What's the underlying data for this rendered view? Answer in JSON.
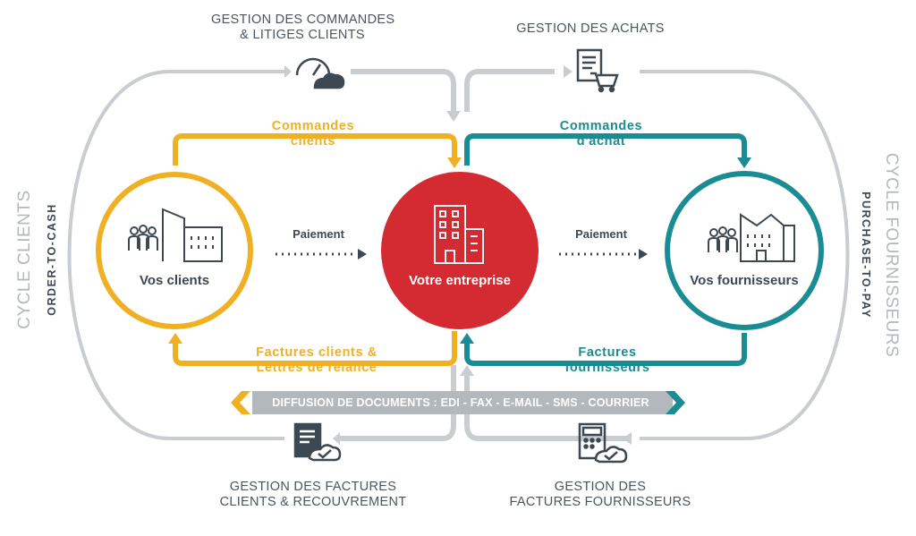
{
  "top_left_title": [
    "GESTION DES COMMANDES",
    "& LITIGES CLIENTS"
  ],
  "top_right_title": "GESTION DES ACHATS",
  "bottom_left_title": [
    "GESTION DES FACTURES",
    "CLIENTS & RECOUVREMENT"
  ],
  "bottom_right_title": [
    "GESTION DES",
    "FACTURES FOURNISSEURS"
  ],
  "flows": {
    "commandes_clients": [
      "Commandes",
      "clients"
    ],
    "commandes_achat": [
      "Commandes",
      "d'achat"
    ],
    "factures_clients": [
      "Factures clients &",
      "Lettres de relance"
    ],
    "factures_fournisseurs": [
      "Factures",
      "fournisseurs"
    ],
    "paiement_left": "Paiement",
    "paiement_right": "Paiement"
  },
  "nodes": {
    "clients": "Vos clients",
    "entreprise": "Votre entreprise",
    "fournisseurs": "Vos fournisseurs"
  },
  "cycles": {
    "left_big": "CYCLE CLIENTS",
    "left_small": "ORDER-TO-CASH",
    "right_big": "CYCLE FOURNISSEURS",
    "right_small": "PURCHASE-TO-PAY"
  },
  "banner": {
    "prefix": "DIFFUSION DE DOCUMENTS :",
    "channels": "EDI - FAX - E-MAIL - SMS - COURRIER"
  },
  "icons": [
    "speedometer-cloud-icon",
    "cart-document-icon",
    "invoice-check-icon",
    "calculator-check-icon",
    "people-icon",
    "building-icon"
  ],
  "colors": {
    "yellow": "#f0b023",
    "teal": "#1a8c93",
    "red": "#d42a31",
    "grey": "#b3b8bd",
    "dark": "#3d4852"
  }
}
